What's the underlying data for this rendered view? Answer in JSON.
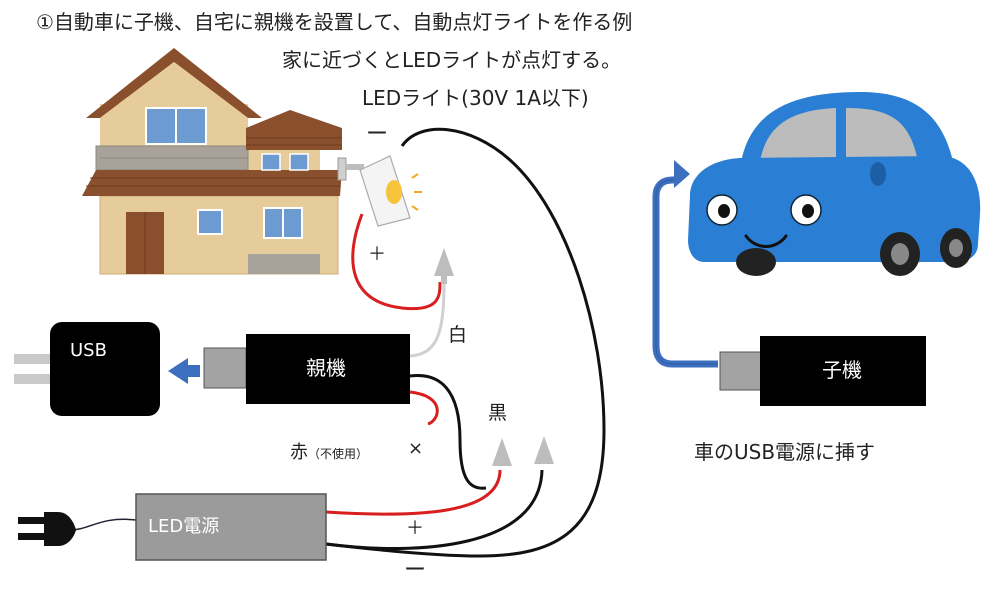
{
  "title": "①自動車に子機、自宅に親機を設置して、自動点灯ライトを作る例",
  "subtitle": "家に近づくとLEDライトが点灯する。",
  "light_label": "LEDライト(30V 1A以下)",
  "usb_label": "USB",
  "parent_label": "親機",
  "child_label": "子機",
  "psu_label": "LED電源",
  "wire_white": "白",
  "wire_black": "黒",
  "wire_red": "赤",
  "wire_red_note": "（不使用）",
  "cross_mark": "×",
  "plus_mark": "＋",
  "minus_mark": "ー",
  "car_usb_note": "車のUSB電源に挿す",
  "colors": {
    "wire_red": "#d81e1e",
    "wire_black": "#111111",
    "wire_white": "#d0d0d0",
    "arrow_blue": "#3d6fbf",
    "car_blue": "#2a7fd4",
    "psu_gray": "#9b9b9b",
    "house_roof": "#8a4f2c",
    "house_wall": "#e6cc9a"
  },
  "icons": [
    "house-icon",
    "lamp-icon",
    "car-icon",
    "plug-icon",
    "usb-plug-icon",
    "arrow-left-icon",
    "arrow-up-icon"
  ]
}
